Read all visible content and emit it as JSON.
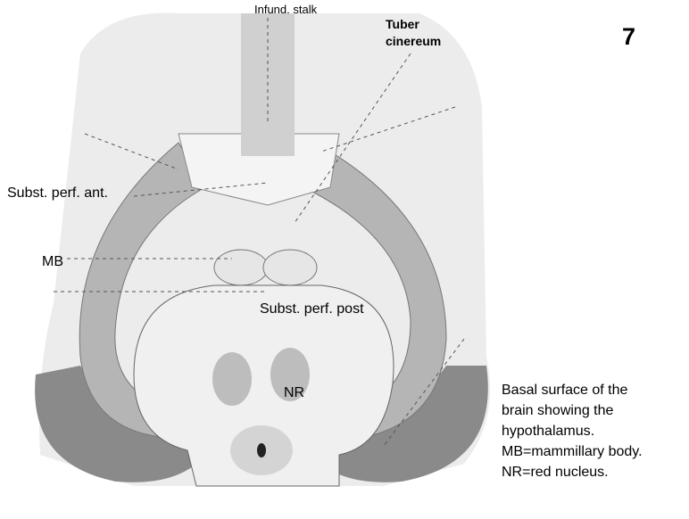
{
  "figure_number": "7",
  "labels": {
    "infundibular_stalk": "Infund. stalk",
    "tuber_cinereum": [
      "Tuber",
      "cinereum"
    ],
    "subst_perf_ant": "Subst. perf. ant.",
    "mammillary_body": "MB",
    "subst_perf_post": "Subst. perf. post",
    "red_nucleus": "NR"
  },
  "caption": [
    "Basal surface of the",
    "brain showing the",
    "hypothalamus.",
    "MB=mammillary body.",
    "NR=red nucleus."
  ]
}
